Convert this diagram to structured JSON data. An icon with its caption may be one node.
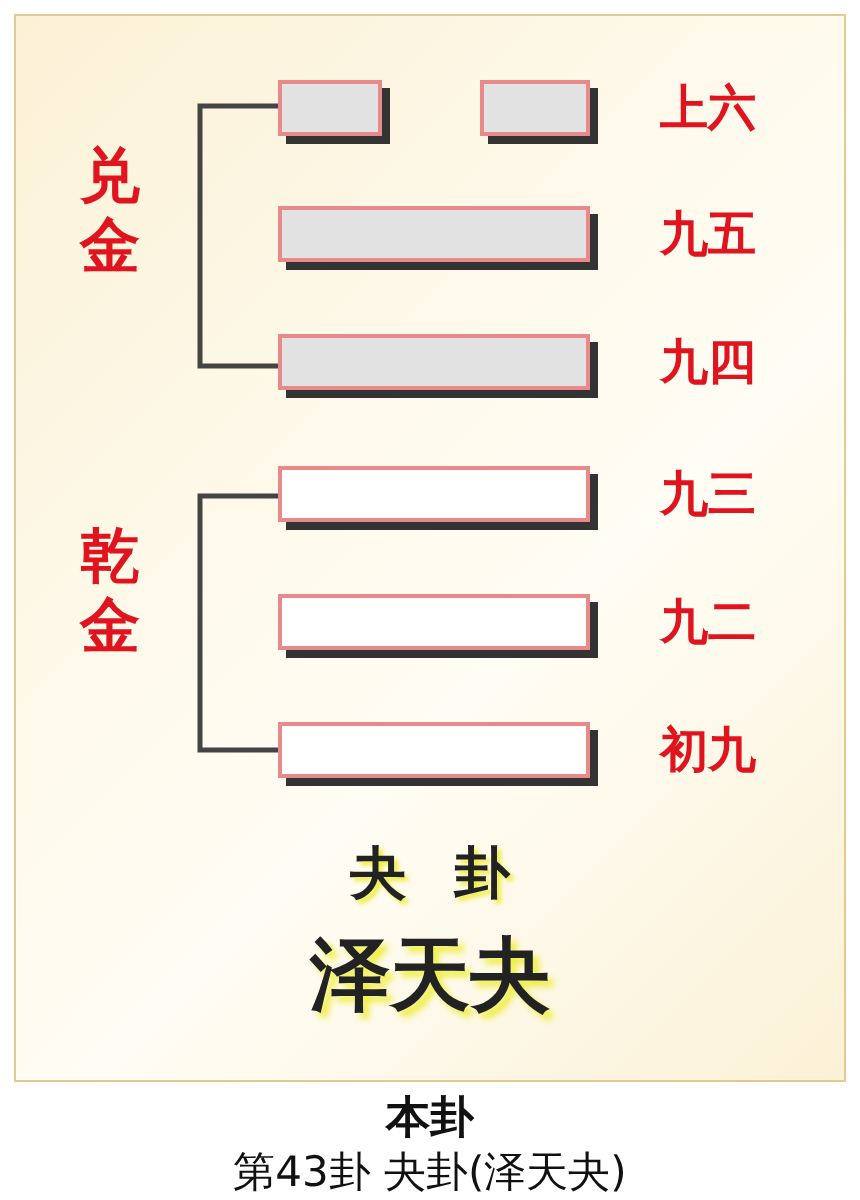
{
  "diagram": {
    "title": "本卦",
    "caption": "第43卦 夬卦(泽天夬)",
    "nodes": [
      {
        "text": [],
        "shape": "bar"
      },
      {
        "text": [],
        "shape": "bar",
        "beside": [
          "上六"
        ]
      },
      {
        "text": [],
        "shape": "bar",
        "beside": [
          "九五"
        ]
      },
      {
        "text": [],
        "shape": "bar",
        "beside": [
          "九四"
        ]
      },
      {
        "text": [],
        "shape": "bar",
        "beside": [
          "九三"
        ]
      },
      {
        "text": [],
        "shape": "bar",
        "beside": [
          "九二"
        ]
      },
      {
        "text": [],
        "shape": "bar",
        "beside": [
          "初九"
        ]
      }
    ],
    "labels": [
      "兑金",
      "乾金",
      "夬 卦",
      "泽天夬"
    ]
  }
}
